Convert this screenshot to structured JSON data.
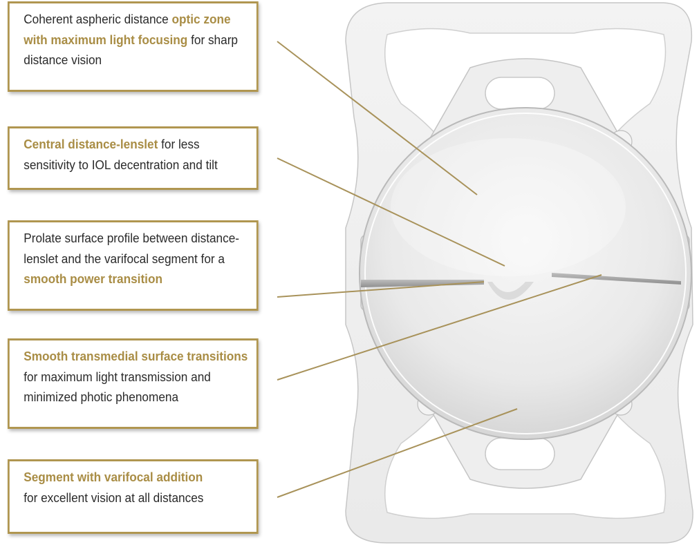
{
  "callouts": [
    {
      "id": "optic-zone",
      "parts": [
        {
          "text": "Coherent aspheric distance ",
          "highlight": false
        },
        {
          "text": "optic zone with maximum light focusing",
          "highlight": true
        },
        {
          "text": " for sharp distance vision",
          "highlight": false
        }
      ]
    },
    {
      "id": "central-lenslet",
      "parts": [
        {
          "text": "Central distance-lenslet",
          "highlight": true
        },
        {
          "text": " for less sensitivity to IOL decentration and tilt",
          "highlight": false
        }
      ]
    },
    {
      "id": "prolate-profile",
      "parts": [
        {
          "text": "Prolate surface profile between distance-lenslet and the varifocal segment for a ",
          "highlight": false
        },
        {
          "text": "smooth power transition",
          "highlight": true
        }
      ]
    },
    {
      "id": "transmedial-transitions",
      "parts": [
        {
          "text": "Smooth transmedial surface transitions",
          "highlight": true
        },
        {
          "text": " for maximum light transmission and minimized photic phenomena",
          "highlight": false
        }
      ]
    },
    {
      "id": "varifocal-segment",
      "parts": [
        {
          "text": "Segment with varifocal addition",
          "highlight": true
        },
        {
          "text": " for excellent vision at all distances",
          "highlight": false
        }
      ]
    }
  ],
  "colors": {
    "accent": "#a98d45",
    "frame": "#b09650",
    "leader_line": "#a8925a",
    "text": "#2a2a2a"
  }
}
